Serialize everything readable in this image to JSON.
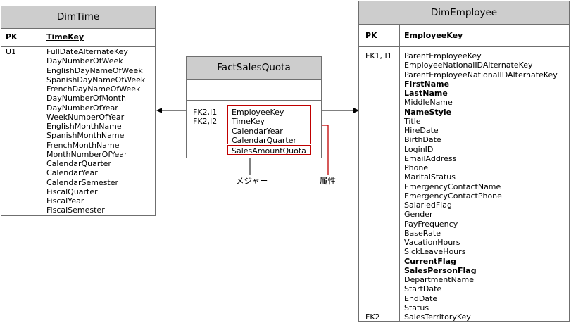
{
  "dim_time": {
    "title": "DimTime",
    "pk_label": "PK",
    "pk_field": "TimeKey",
    "key_label": "U1",
    "fields": [
      "FullDateAlternateKey",
      "DayNumberOfWeek",
      "EnglishDayNameOfWeek",
      "SpanishDayNameOfWeek",
      "FrenchDayNameOfWeek",
      "DayNumberOfMonth",
      "DayNumberOfYear",
      "WeekNumberOfYear",
      "EnglishMonthName",
      "SpanishMonthName",
      "FrenchMonthName",
      "MonthNumberOfYear",
      "CalendarQuarter",
      "CalendarYear",
      "CalendarSemester",
      "FiscalQuarter",
      "FiscalYear",
      "FiscalSemester"
    ]
  },
  "fact_sales_quota": {
    "title": "FactSalesQuota",
    "key_label_1": "FK2,I1",
    "key_label_2": "FK2,I2",
    "attribute_fields": [
      "EmployeeKey",
      "TimeKey",
      "CalendarYear",
      "CalendarQuarter"
    ],
    "measure_field": "SalesAmountQuota"
  },
  "dim_employee": {
    "title": "DimEmployee",
    "pk_label": "PK",
    "pk_field": "EmployeeKey",
    "key_label_top": "FK1, I1",
    "key_label_bottom": "FK2",
    "fields": [
      {
        "name": "ParentEmployeeKey",
        "bold": false
      },
      {
        "name": "EmployeeNationalIDAlternateKey",
        "bold": false
      },
      {
        "name": "ParentEmployeeNationalIDAlternateKey",
        "bold": false
      },
      {
        "name": "FirstName",
        "bold": true
      },
      {
        "name": "LastName",
        "bold": true
      },
      {
        "name": "MiddleName",
        "bold": false
      },
      {
        "name": "NameStyle",
        "bold": true
      },
      {
        "name": "Title",
        "bold": false
      },
      {
        "name": "HireDate",
        "bold": false
      },
      {
        "name": "BirthDate",
        "bold": false
      },
      {
        "name": "LoginID",
        "bold": false
      },
      {
        "name": "EmailAddress",
        "bold": false
      },
      {
        "name": "Phone",
        "bold": false
      },
      {
        "name": "MaritalStatus",
        "bold": false
      },
      {
        "name": "EmergencyContactName",
        "bold": false
      },
      {
        "name": "EmergencyContactPhone",
        "bold": false
      },
      {
        "name": "SalariedFlag",
        "bold": false
      },
      {
        "name": "Gender",
        "bold": false
      },
      {
        "name": "PayFrequency",
        "bold": false
      },
      {
        "name": "BaseRate",
        "bold": false
      },
      {
        "name": "VacationHours",
        "bold": false
      },
      {
        "name": "SickLeaveHours",
        "bold": false
      },
      {
        "name": "CurrentFlag",
        "bold": true
      },
      {
        "name": "SalesPersonFlag",
        "bold": true
      },
      {
        "name": "DepartmentName",
        "bold": false
      },
      {
        "name": "StartDate",
        "bold": false
      },
      {
        "name": "EndDate",
        "bold": false
      },
      {
        "name": "Status",
        "bold": false
      },
      {
        "name": "SalesTerritoryKey",
        "bold": false
      }
    ]
  },
  "annotations": {
    "measure_label": "メジャー",
    "attribute_label": "属性",
    "highlight_color": "#c00000"
  }
}
